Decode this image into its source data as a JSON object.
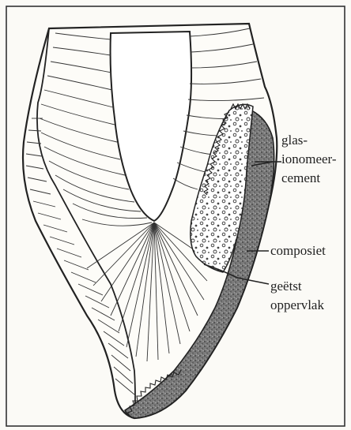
{
  "labels": {
    "glass_ionomer": [
      "glas-",
      "ionomeer-",
      "cement"
    ],
    "composite": "composiet",
    "etched_surface": [
      "geëtst",
      "oppervlak"
    ]
  },
  "colors": {
    "ink": "#222222",
    "paper": "#fbfaf6",
    "composite_fill": "#6a6a6a"
  }
}
